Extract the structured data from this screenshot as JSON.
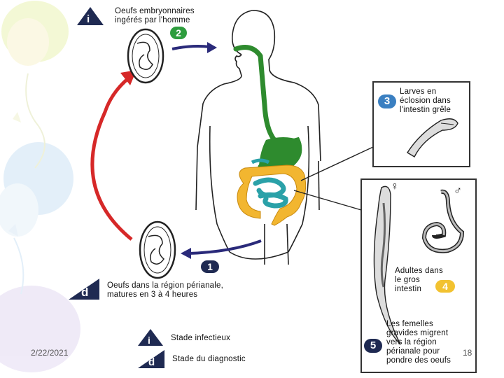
{
  "colors": {
    "arrow_red": "#d62828",
    "arrow_blue": "#2a2a7a",
    "digestive_green": "#2e8b2e",
    "colon_yellow": "#f2b630",
    "intestine_teal": "#2aa1a8",
    "badge_green": "#2e9d3e",
    "badge_blue": "#3a7fc1",
    "badge_yellow": "#f2c230",
    "badge_navy": "#1f2a52"
  },
  "stages": {
    "s1": {
      "number": "1"
    },
    "s2": {
      "number": "2",
      "text": "Oeufs embryonnaires ingérés par l'homme",
      "line1": "Oeufs embryonnaires",
      "line2": "ingérés par l'homme",
      "badge": "i"
    },
    "s3": {
      "number": "3",
      "line1": "Larves en",
      "line2": "éclosion dans",
      "line3": "l'intestin grêle"
    },
    "s4": {
      "number": "4",
      "line1": "Adultes dans",
      "line2": "le gros",
      "line3": "intestin",
      "female": "♀",
      "male": "♂"
    },
    "s5": {
      "number": "5",
      "line1": "Les femelles",
      "line2": "gravides migrent",
      "line3": "vers la région",
      "line4": "périanale pour",
      "line5": "pondre des oeufs"
    },
    "d": {
      "badge": "d",
      "line1": "Oeufs dans la région périanale,",
      "line2": "matures en 3 à 4 heures"
    }
  },
  "legend": {
    "infective": {
      "badge": "i",
      "label": "Stade infectieux"
    },
    "diagnostic": {
      "badge": "d",
      "label": "Stade du diagnostic"
    }
  },
  "footer": {
    "date": "2/22/2021",
    "page": "18"
  }
}
